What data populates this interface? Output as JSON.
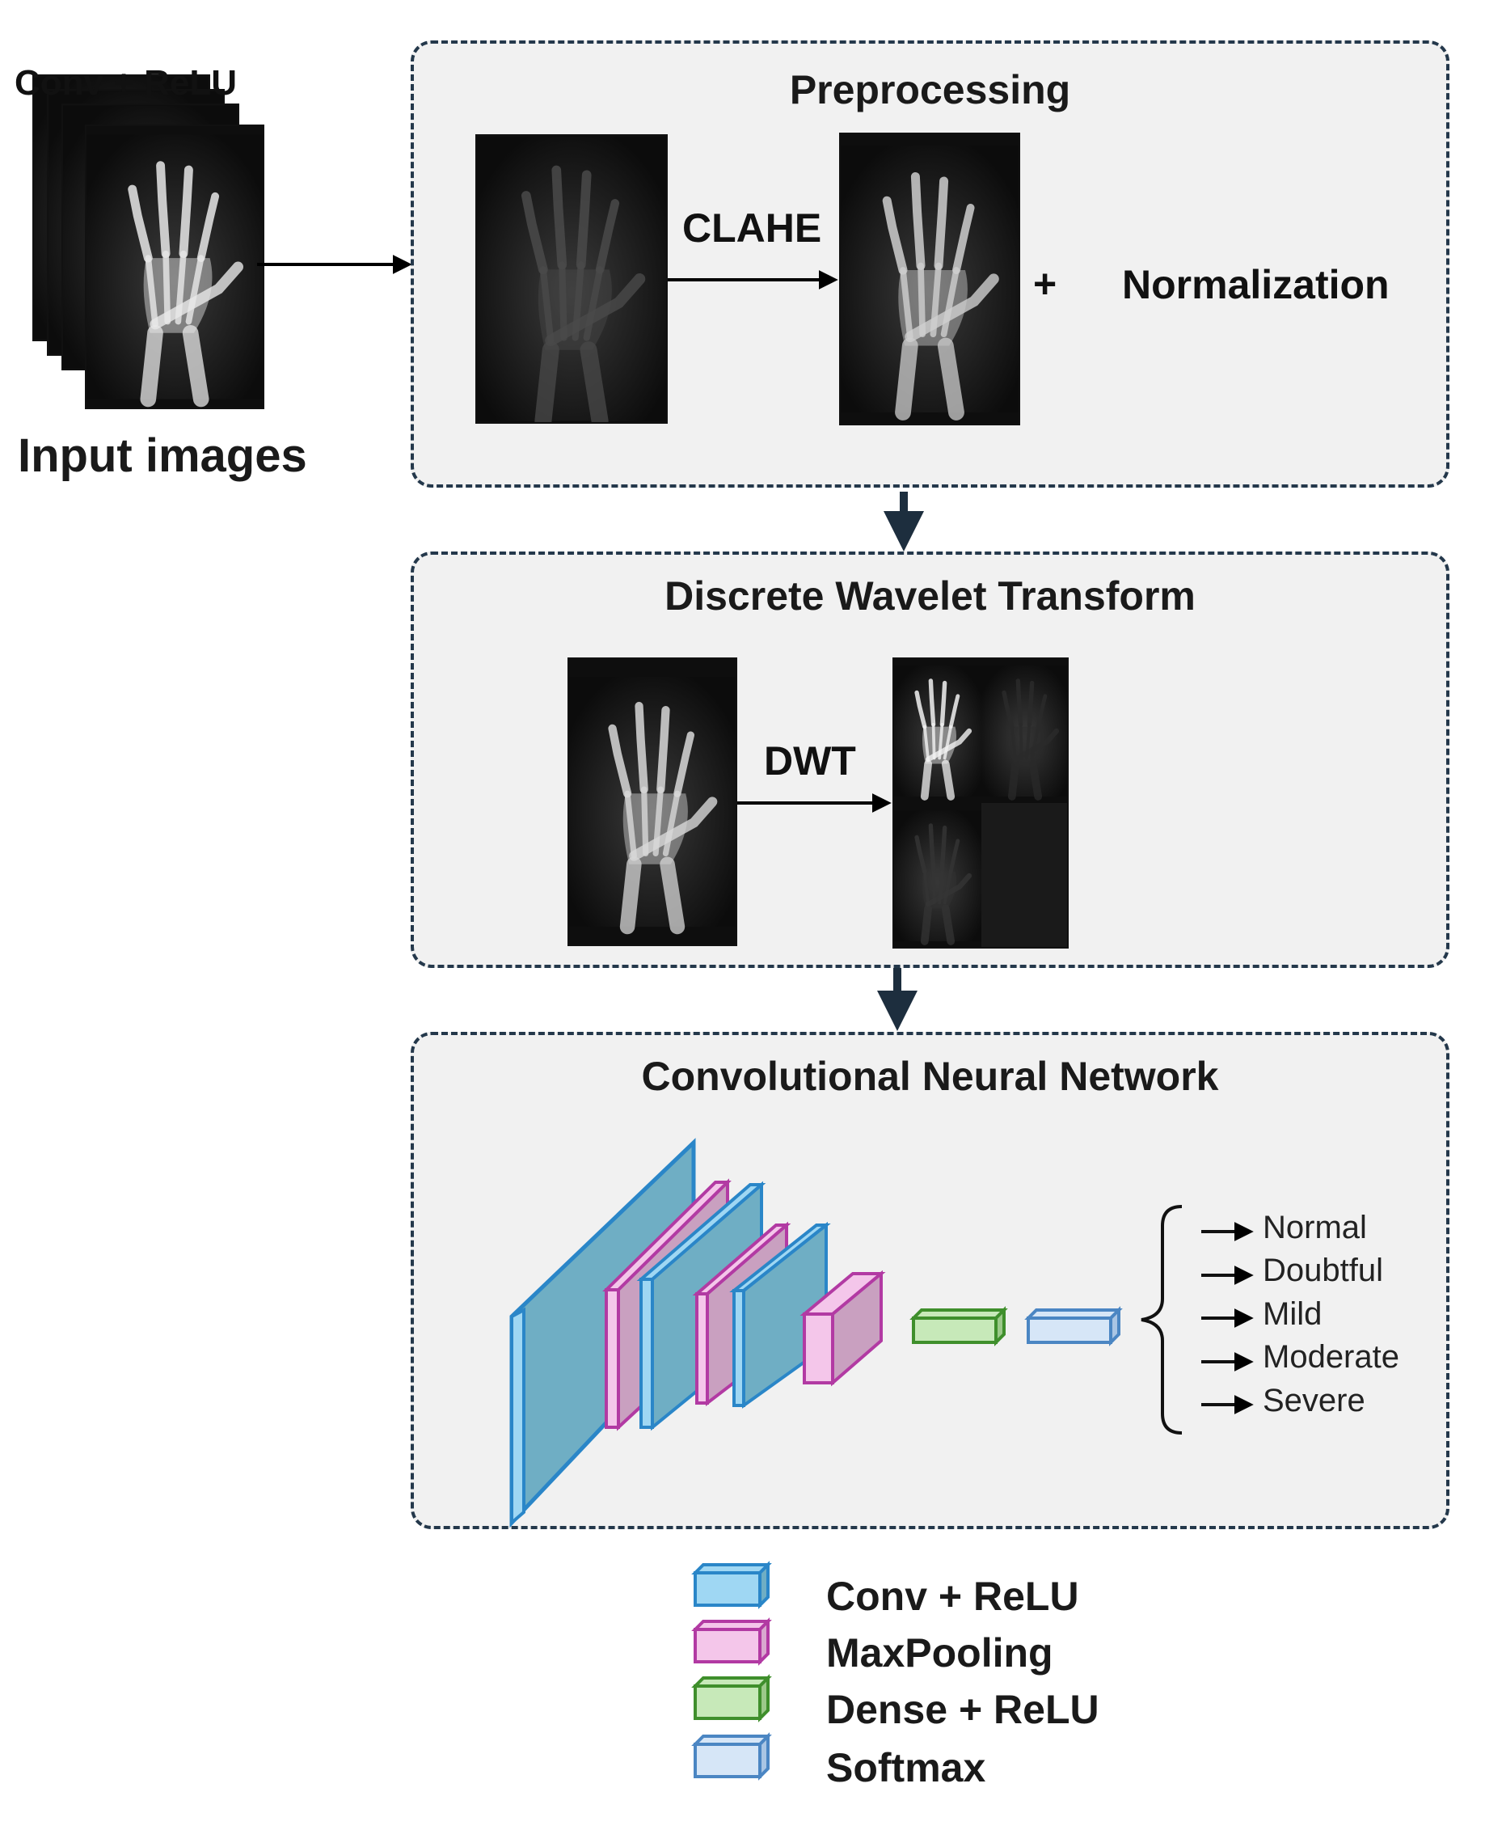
{
  "input": {
    "caption": "Input images",
    "overlay_text": "Conv + ReLU"
  },
  "preprocessing": {
    "title": "Preprocessing",
    "step_label": "CLAHE",
    "plus": "+",
    "extra_label": "Normalization"
  },
  "dwt": {
    "title": "Discrete Wavelet Transform",
    "step_label": "DWT"
  },
  "cnn": {
    "title": "Convolutional Neural Network",
    "classes": [
      "Normal",
      "Doubtful",
      "Mild",
      "Moderate",
      "Severe"
    ]
  },
  "legend": {
    "items": [
      {
        "label": "Conv + ReLU",
        "color": "#9fd7f3",
        "edge": "#2a86c8"
      },
      {
        "label": "MaxPooling",
        "color": "#f4c6ea",
        "edge": "#b23aa3"
      },
      {
        "label": "Dense + ReLU",
        "color": "#c7e9b9",
        "edge": "#3f8f2c"
      },
      {
        "label": "Softmax",
        "color": "#d6e6f7",
        "edge": "#4b86c3"
      }
    ]
  },
  "colors": {
    "panel_border": "#24384b",
    "panel_fill": "#f1f1f1",
    "conv_fill": "#6faec4",
    "conv_edge": "#2a86c8",
    "pool_fill": "#f4c6ea",
    "pool_edge": "#b23aa3"
  }
}
